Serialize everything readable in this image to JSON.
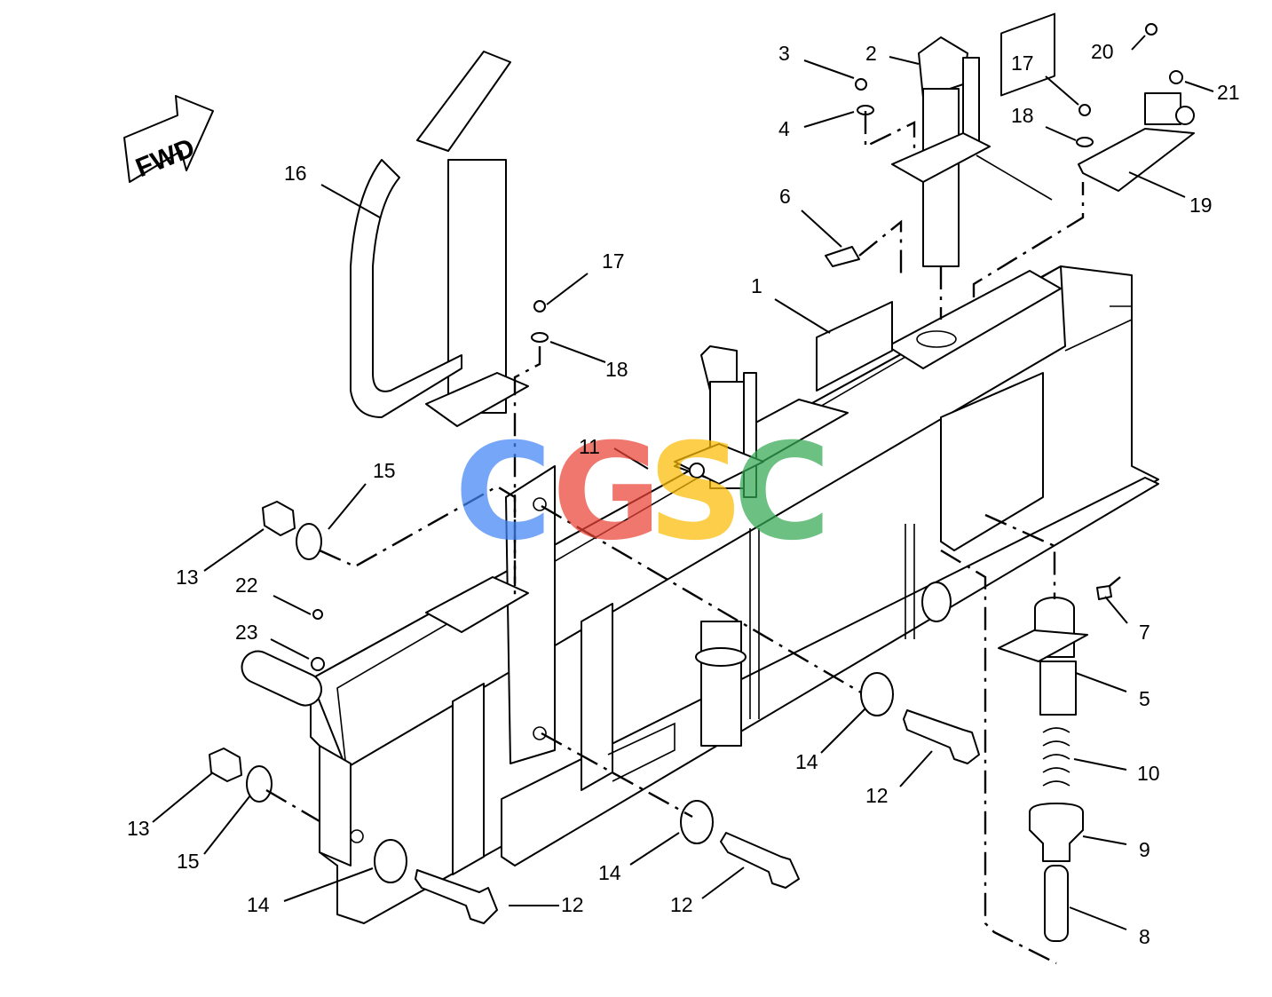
{
  "fwd_arrow": {
    "label": "FWD"
  },
  "watermark": {
    "letters": [
      {
        "char": "C",
        "color": "#4285F4"
      },
      {
        "char": "G",
        "color": "#EA4335"
      },
      {
        "char": "S",
        "color": "#FBBC05"
      },
      {
        "char": "C",
        "color": "#34A853"
      }
    ]
  },
  "callouts": [
    {
      "id": "1",
      "text": "1"
    },
    {
      "id": "2",
      "text": "2"
    },
    {
      "id": "3",
      "text": "3"
    },
    {
      "id": "4",
      "text": "4"
    },
    {
      "id": "5",
      "text": "5"
    },
    {
      "id": "6",
      "text": "6"
    },
    {
      "id": "7",
      "text": "7"
    },
    {
      "id": "8",
      "text": "8"
    },
    {
      "id": "9",
      "text": "9"
    },
    {
      "id": "10",
      "text": "10"
    },
    {
      "id": "11",
      "text": "11"
    },
    {
      "id": "12",
      "text": "12"
    },
    {
      "id": "13",
      "text": "13"
    },
    {
      "id": "14",
      "text": "14"
    },
    {
      "id": "15",
      "text": "15"
    },
    {
      "id": "16",
      "text": "16"
    },
    {
      "id": "17",
      "text": "17"
    },
    {
      "id": "18",
      "text": "18"
    },
    {
      "id": "19",
      "text": "19"
    },
    {
      "id": "20",
      "text": "20"
    },
    {
      "id": "21",
      "text": "21"
    },
    {
      "id": "22",
      "text": "22"
    },
    {
      "id": "23",
      "text": "23"
    }
  ]
}
